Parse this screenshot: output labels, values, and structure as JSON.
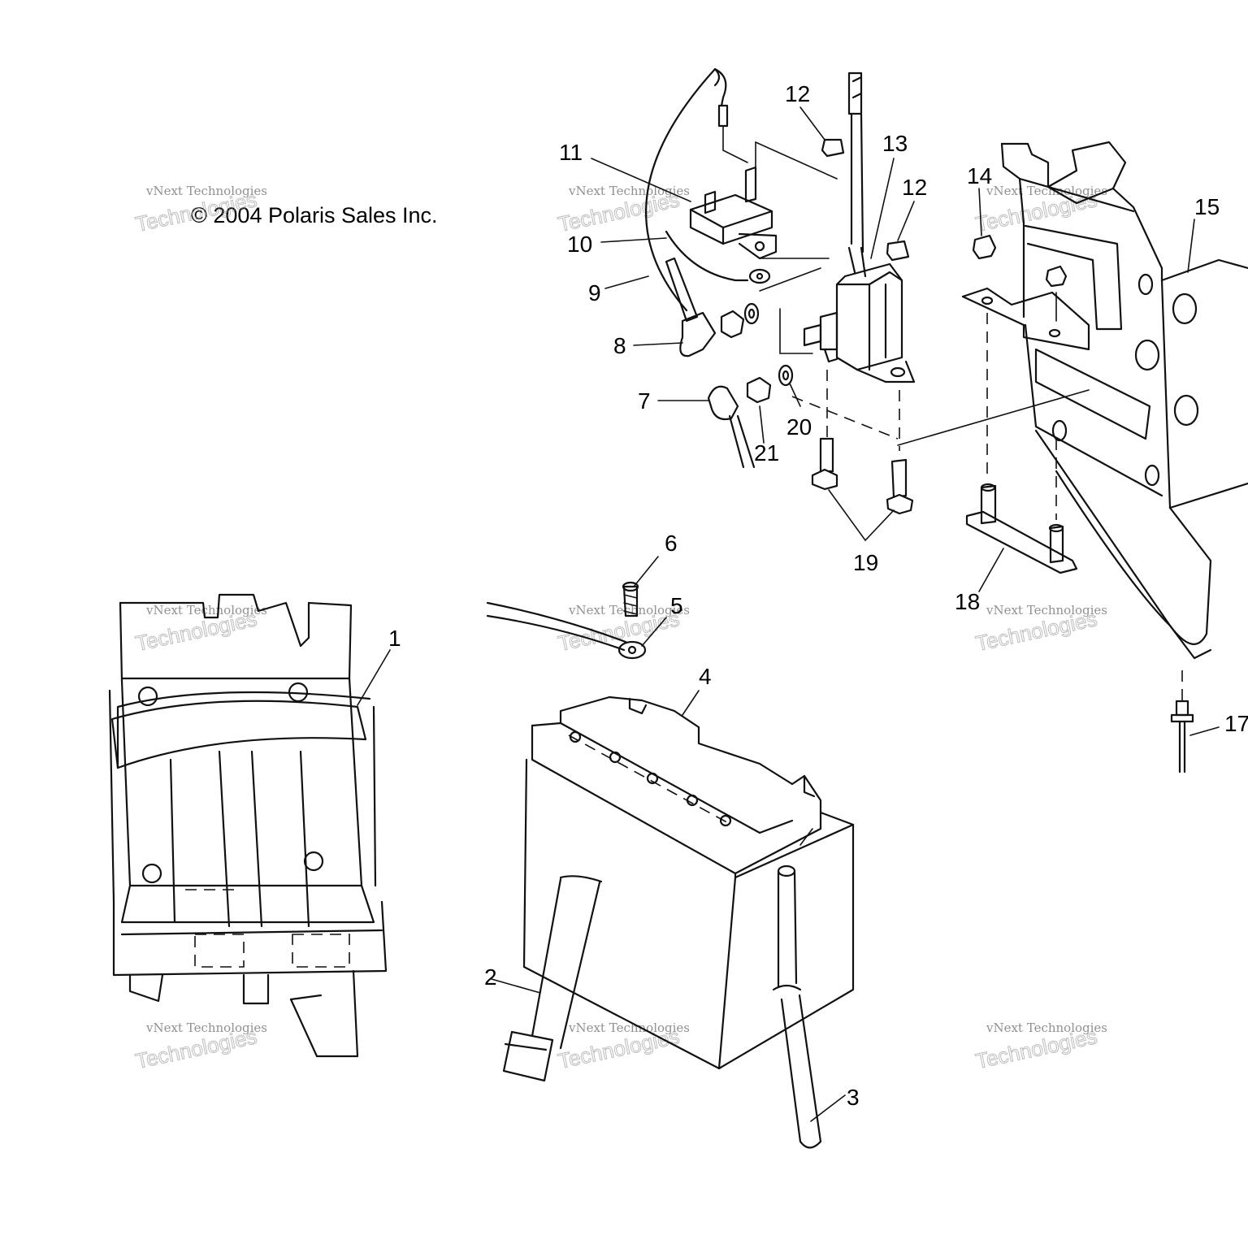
{
  "copyright": "© 2004 Polaris Sales Inc.",
  "watermark": {
    "line1": "vNext Technologies",
    "line2": "vNext",
    "line3": "Technologies"
  },
  "callouts": [
    "1",
    "2",
    "3",
    "4",
    "5",
    "6",
    "7",
    "8",
    "9",
    "10",
    "11",
    "12",
    "12",
    "13",
    "14",
    "15",
    "17",
    "18",
    "19",
    "20",
    "21"
  ]
}
